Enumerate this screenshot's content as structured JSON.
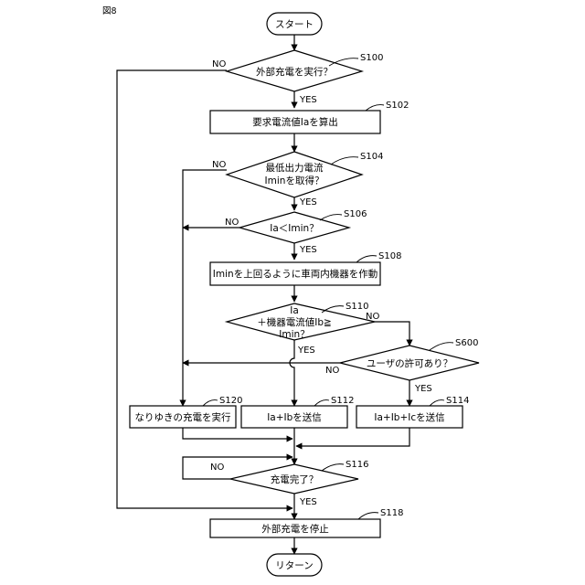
{
  "figure_label": "図8",
  "nodes": {
    "start": "スタート",
    "s100": "外部充電を実行？",
    "s102": "要求電流値Iaを算出",
    "s104_line1": "最低出力電流",
    "s104_line2": "Iminを取得？",
    "s106": "Ia＜Imin？",
    "s108": "Iminを上回るように車両内機器を作動",
    "s110_line1": "Ia",
    "s110_line2": "＋機器電流値Ib≧",
    "s110_line3": "Imin？",
    "s600": "ユーザの許可あり？",
    "s120": "なりゆきの充電を実行",
    "s112": "Ia+Ibを送信",
    "s114": "Ia+Ib+Icを送信",
    "s116": "充電完了？",
    "s118": "外部充電を停止",
    "end": "リターン"
  },
  "steps": {
    "s100": "S100",
    "s102": "S102",
    "s104": "S104",
    "s106": "S106",
    "s108": "S108",
    "s110": "S110",
    "s600": "S600",
    "s120": "S120",
    "s112": "S112",
    "s114": "S114",
    "s116": "S116",
    "s118": "S118"
  },
  "branch": {
    "yes": "YES",
    "no": "NO"
  }
}
